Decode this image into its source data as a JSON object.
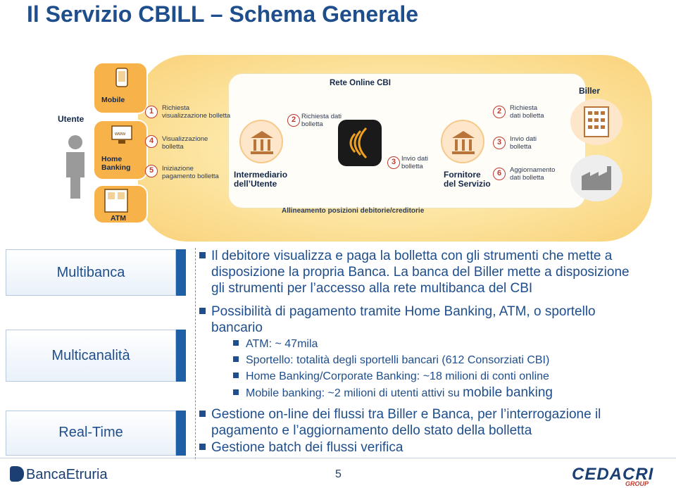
{
  "title": "Il Servizio CBILL – Schema Generale",
  "diagram": {
    "utente": "Utente",
    "biller": "Biller",
    "rete": "Rete Online CBI",
    "intermediario": [
      "Intermediario",
      "dell’Utente"
    ],
    "fornitore": [
      "Fornitore",
      "del Servizio"
    ],
    "allineamento": "Allineamento posizioni debitorie/creditorie",
    "channels": {
      "mobile": "Mobile",
      "home_banking": [
        "Home",
        "Banking"
      ],
      "atm": "ATM",
      "www": "www"
    },
    "steps_left": [
      {
        "num": "1",
        "text": [
          "Richiesta",
          "visualizzazione bolletta"
        ]
      },
      {
        "num": "4",
        "text": [
          "Visualizzazione",
          "bolletta"
        ]
      },
      {
        "num": "5",
        "text": [
          "Iniziazione",
          "pagamento bolletta"
        ]
      }
    ],
    "steps_middle": [
      {
        "num": "2",
        "text": [
          "Richiesta dati",
          "bolletta"
        ]
      },
      {
        "num": "3",
        "text": [
          "Invio dati",
          "bolletta"
        ]
      }
    ],
    "steps_right": [
      {
        "num": "2",
        "text": [
          "Richiesta",
          "dati bolletta"
        ]
      },
      {
        "num": "3",
        "text": [
          "Invio dati",
          "bolletta"
        ]
      },
      {
        "num": "6",
        "text": [
          "Aggiornamento",
          "dati bolletta"
        ]
      }
    ]
  },
  "left_boxes": [
    "Multibanca",
    "Multicanalità",
    "Real-Time"
  ],
  "bullets": {
    "b1": [
      "Il debitore visualizza e paga la bolletta con gli strumenti che mette a",
      "disposizione la propria Banca. La banca del Biller mette a disposizione",
      "gli strumenti per l’accesso alla rete multibanca del CBI"
    ],
    "b2": [
      "Possibilità di pagamento tramite Home Banking, ATM, o sportello",
      "bancario"
    ],
    "sub": [
      "ATM: ~ 47mila",
      "Sportello: totalità degli sportelli bancari (612 Consorziati CBI)",
      "Home Banking/Corporate Banking: ~18 milioni di conti online",
      "Mobile banking: ~2 milioni di utenti attivi su"
    ],
    "sub_tail": "mobile banking",
    "b3": [
      "Gestione on-line dei flussi tra Biller e Banca, per l’interrogazione il",
      "pagamento e l’aggiornamento dello stato della bolletta"
    ],
    "b4": "Gestione batch dei flussi verifica"
  },
  "footer": {
    "page": "5",
    "logo_left": "BancaEtruria",
    "logo_right": "CEDACRI",
    "logo_right_sub": "GROUP"
  }
}
